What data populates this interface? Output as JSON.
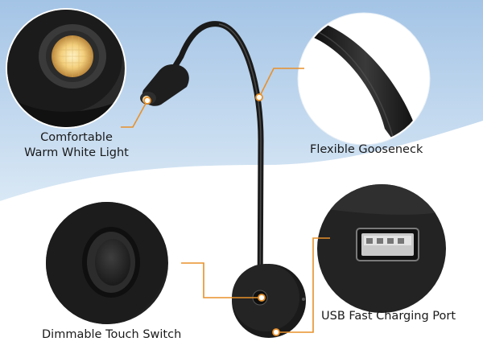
{
  "labels": {
    "light_line1": "Comfortable",
    "light_line2": "Warm White Light",
    "gooseneck": "Flexible Gooseneck",
    "usb": "USB Fast Charging Port",
    "switch": "Dimmable Touch Switch"
  },
  "colors": {
    "sky_top": "#a9c9e9",
    "sky_bottom": "#d8e8f5",
    "callout_line": "#e8902a",
    "lamp_body": "#1c1c1c",
    "warm_light": "#f4d48a",
    "text": "#1a1a1a"
  },
  "icons": [
    "led-lamp-head",
    "gooseneck-arm",
    "wall-mount-base",
    "usb-port",
    "touch-switch"
  ]
}
